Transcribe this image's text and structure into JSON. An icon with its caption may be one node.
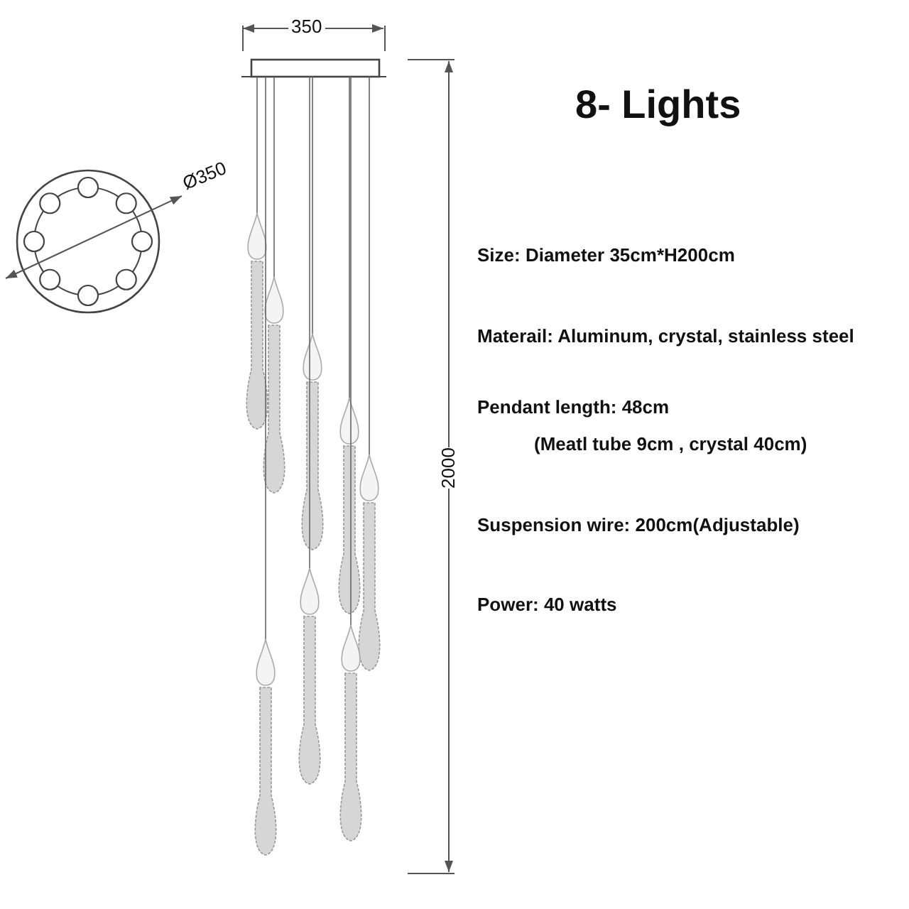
{
  "diagram": {
    "title": "8- Lights",
    "labels": [
      "350",
      "Ø350",
      "Size: Diameter 35cm*H200cm",
      "Materail: Aluminum, crystal, stainless steel",
      "Pendant length: 48cm",
      "(Meatl tube 9cm , crystal 40cm)",
      "2000",
      "Suspension wire: 200cm(Adjustable)",
      "Power: 40 watts"
    ]
  }
}
